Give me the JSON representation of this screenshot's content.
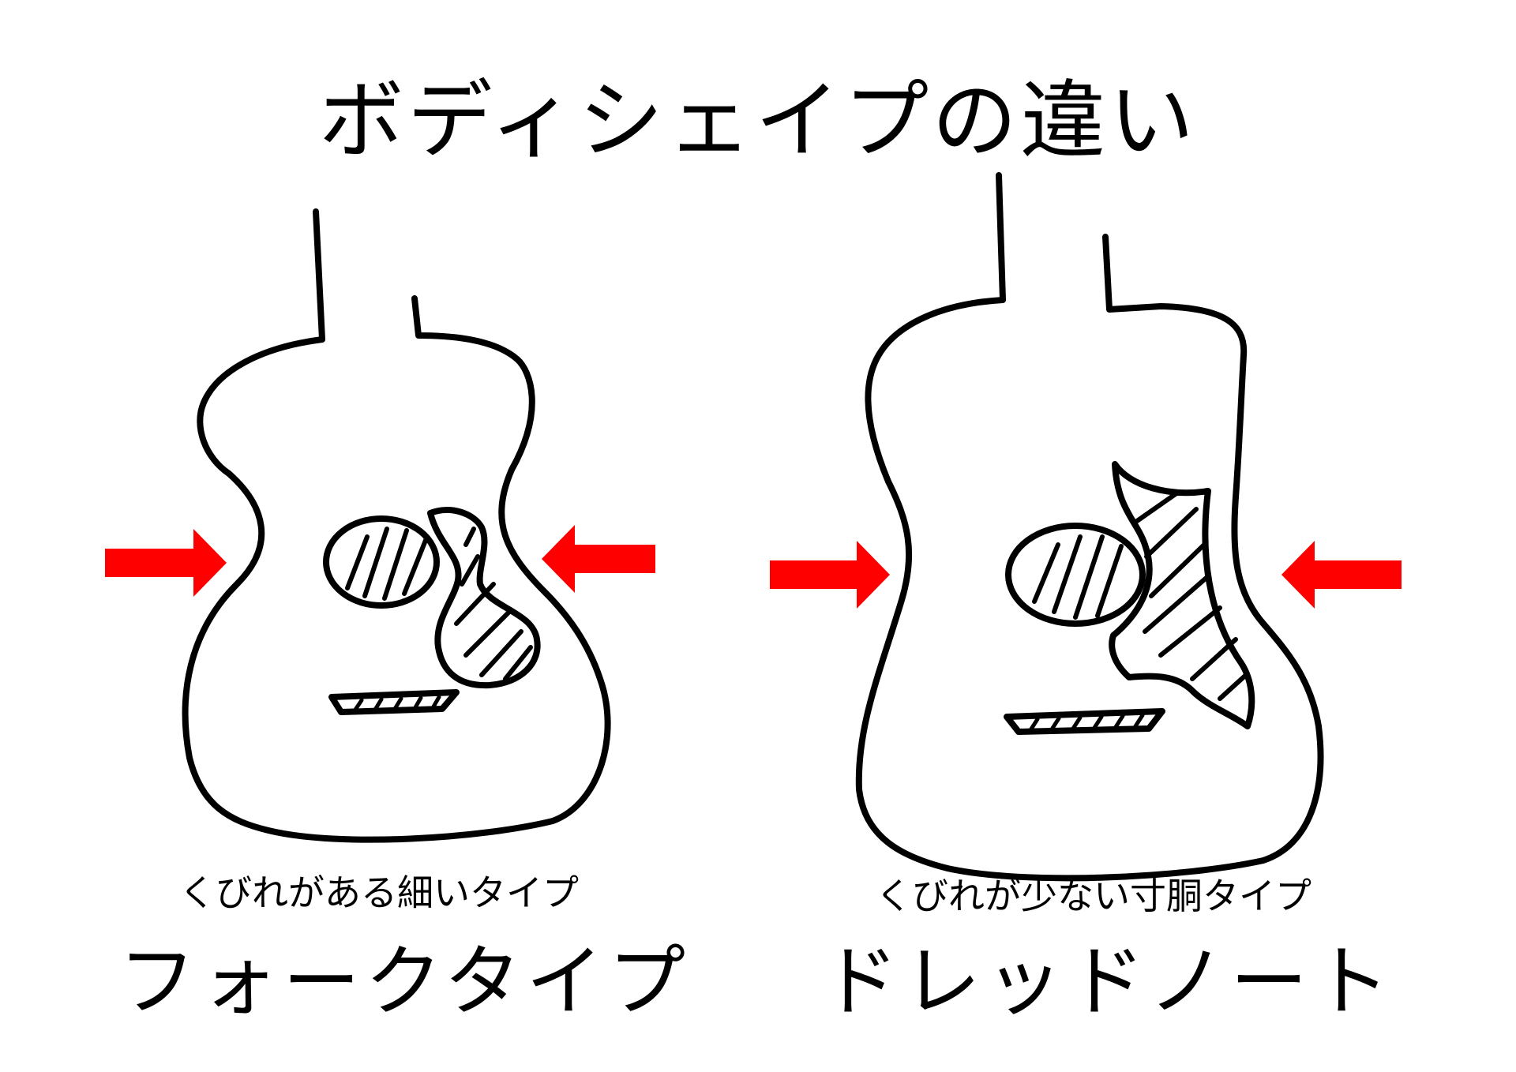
{
  "title": "ボディシェイプの違い",
  "guitars": [
    {
      "subtitle": "くびれがある細いタイプ",
      "name": "フォークタイプ"
    },
    {
      "subtitle": "くびれが少ない寸胴タイプ",
      "name": "ドレッドノート"
    }
  ],
  "colors": {
    "background": "#ffffff",
    "outline": "#000000",
    "arrow": "#ff0000"
  }
}
